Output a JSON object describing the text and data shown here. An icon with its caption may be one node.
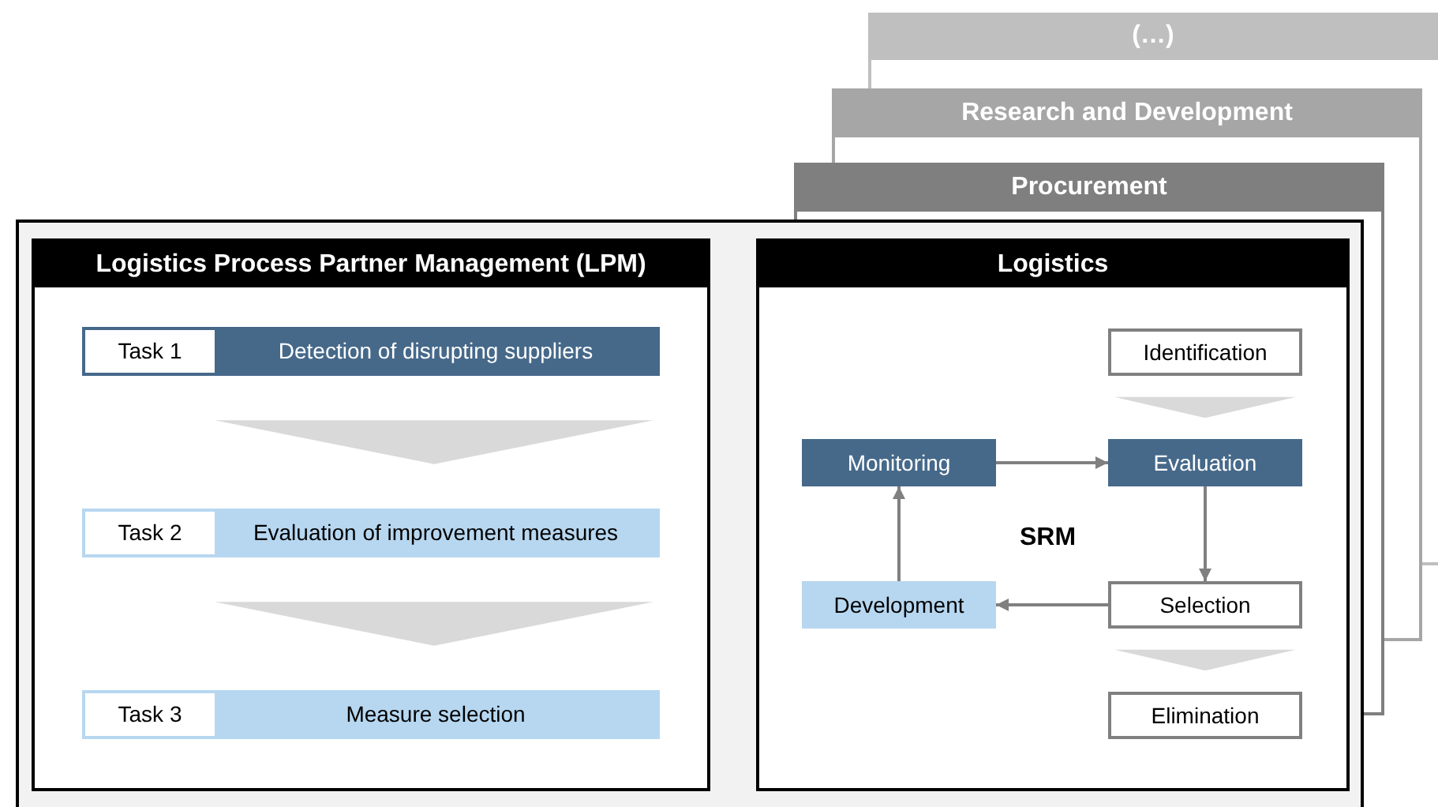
{
  "diagram": {
    "nodes": [
      {
        "text": [
          "(…)"
        ]
      },
      {
        "text": [
          "Research and Development"
        ]
      },
      {
        "text": [
          "Procurement"
        ]
      },
      {
        "text": [],
        "shape": "box"
      },
      {
        "text": [
          "Logistics Process Partner Management (LPM)"
        ],
        "in": 3
      },
      {
        "text": [
          "Task 1",
          "Detection of disrupting suppliers"
        ],
        "in": 4
      },
      {
        "text": [
          "Task 2",
          "Evaluation of improvement measures"
        ],
        "in": 4
      },
      {
        "text": [
          "Task 3",
          "Measure selection"
        ],
        "in": 4
      },
      {
        "text": [
          "Logistics"
        ],
        "in": 3
      },
      {
        "text": [
          "Identification"
        ],
        "in": 8
      },
      {
        "text": [
          "Monitoring"
        ],
        "in": 8
      },
      {
        "text": [
          "Evaluation"
        ],
        "in": 8
      },
      {
        "text": [
          "Development"
        ],
        "in": 8
      },
      {
        "text": [
          "Selection"
        ],
        "in": 8
      },
      {
        "text": [
          "Elimination"
        ],
        "in": 8
      }
    ],
    "edges": [
      {
        "from": 5,
        "to": 6,
        "arrow": "to",
        "style": "thick",
        "color": "#d9d9d9"
      },
      {
        "from": 6,
        "to": 7,
        "arrow": "to",
        "style": "thick",
        "color": "#d9d9d9"
      },
      {
        "from": 9,
        "to": 11,
        "arrow": "to",
        "style": "thick",
        "color": "#d9d9d9"
      },
      {
        "from": 10,
        "to": 11,
        "arrow": "to"
      },
      {
        "from": 11,
        "to": 13,
        "arrow": "to"
      },
      {
        "from": 13,
        "to": 12,
        "arrow": "to"
      },
      {
        "from": 12,
        "to": 10,
        "arrow": "to"
      },
      {
        "from": 13,
        "to": 14,
        "arrow": "to",
        "style": "thick",
        "color": "#d9d9d9"
      }
    ],
    "labels": [
      "SRM"
    ]
  }
}
